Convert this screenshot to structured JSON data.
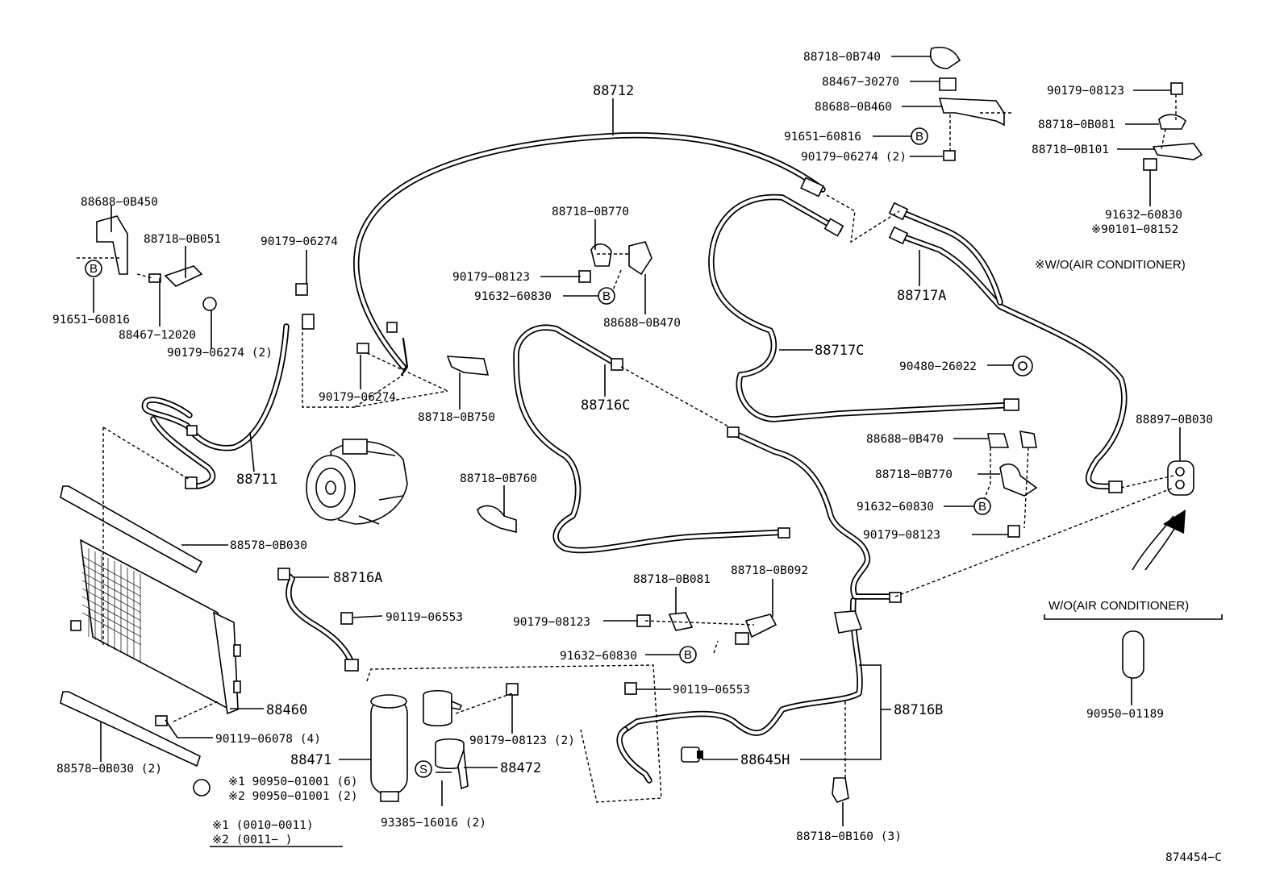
{
  "labels": {
    "p88718_0B740": "88718−0B740",
    "p88467_30270": "88467−30270",
    "p88688_0B460": "88688−0B460",
    "p91651_60816_tr": "91651−60816",
    "p90179_06274_2_tr": "90179−06274 (2)",
    "p90179_08123_tr": "90179−08123",
    "p88718_0B081_tr": "88718−0B081",
    "p88718_0B101": "88718−0B101",
    "p91632_60830_tr": "91632−60830",
    "p90101_08152": "※90101−08152",
    "wo_ac_note": "※W/O(AIR CONDITIONER)",
    "p88712": "88712",
    "p88688_0B450": "88688−0B450",
    "p88718_0B051": "88718−0B051",
    "p90179_06274_top": "90179−06274",
    "p91651_60816_l": "91651−60816",
    "p88467_12020": "88467−12020",
    "p90179_06274_2_l": "90179−06274 (2)",
    "p88718_0B770_t": "88718−0B770",
    "p90179_08123_t": "90179−08123",
    "p91632_60830_t": "91632−60830",
    "p88688_0B470_t": "88688−0B470",
    "p88717A": "88717A",
    "p88717C": "88717C",
    "p90480_26022": "90480−26022",
    "p88897_0B030": "88897−0B030",
    "p88688_0B470_r": "88688−0B470",
    "p88718_0B770_r": "88718−0B770",
    "p91632_60830_r": "91632−60830",
    "p90179_08123_r": "90179−08123",
    "p90179_06274_m": "90179−06274",
    "p88718_0B750": "88718−0B750",
    "p88716C": "88716C",
    "p88711": "88711",
    "p88718_0B760": "88718−0B760",
    "p88578_0B030": "88578−0B030",
    "p88716A": "88716A",
    "p90119_06553_l": "90119−06553",
    "p88718_0B081_m": "88718−0B081",
    "p88718_0B092": "88718−0B092",
    "p90179_08123_m": "90179−08123",
    "p91632_60830_m": "91632−60830",
    "wo_ac": "W/O(AIR CONDITIONER)",
    "p88460": "88460",
    "p90119_06078": "90119−06078 (4)",
    "p90179_08123_2": "90179−08123 (2)",
    "p90119_06553_m": "90119−06553",
    "p88716B": "88716B",
    "p88471": "88471",
    "p88472": "88472",
    "p88645H": "88645H",
    "p88578_0B030_2": "88578−0B030 (2)",
    "p90950_01001_1": "※1 90950−01001 (6)",
    "p90950_01001_2": "※2 90950−01001 (2)",
    "p93385_16016": "93385−16016 (2)",
    "p88718_0B160": "88718−0B160 (3)",
    "p90950_01189": "90950−01189",
    "range1": "※1 (0010−0011)",
    "range2": "※2 (0011−      )",
    "drawing_no": "874454−C",
    "ref_B": "B",
    "ref_S": "S"
  }
}
